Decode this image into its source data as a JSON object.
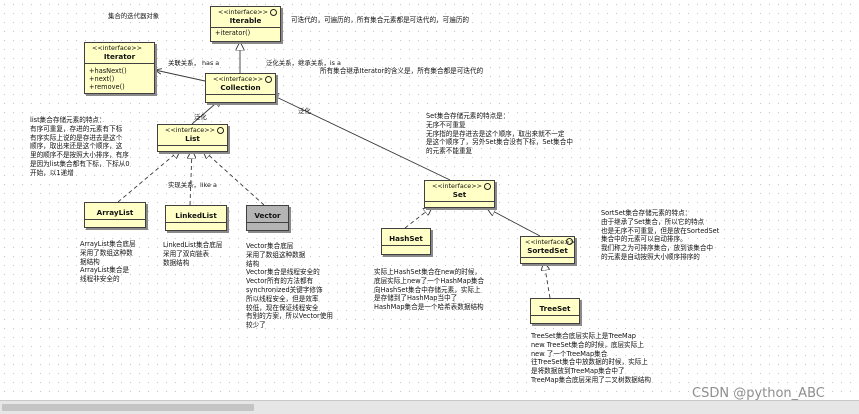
{
  "diagram_title": "集合的迭代器对象",
  "classes": {
    "iterable": {
      "stereotype": "<<interface>>",
      "name": "Iterable",
      "operations": [
        "+iterator()"
      ]
    },
    "iterator": {
      "stereotype": "<<interface>>",
      "name": "Iterator",
      "operations": [
        "+hasNext()",
        "+next()",
        "+remove()"
      ]
    },
    "collection": {
      "stereotype": "<<interface>>",
      "name": "Collection"
    },
    "list": {
      "stereotype": "<<interface>>",
      "name": "List"
    },
    "set": {
      "stereotype": "<<interface>>",
      "name": "Set"
    },
    "sortedset": {
      "stereotype": "<<interface>>",
      "name": "SortedSet"
    },
    "arraylist": {
      "name": "ArrayList"
    },
    "linkedlist": {
      "name": "LinkedList"
    },
    "vector": {
      "name": "Vector"
    },
    "hashset": {
      "name": "HashSet"
    },
    "treeset": {
      "name": "TreeSet"
    }
  },
  "edge_labels": {
    "has_a": "关联关系， has a",
    "is_a_collection": "泛化关系，继承关系，is a",
    "inherit_list": "泛化",
    "inherit_set": "泛化",
    "is_a_list": "实现关系，like a"
  },
  "notes": {
    "iterable": "可迭代的，可遍历的，所有集合元素都是可迭代的，可遍历的",
    "collection": "所有集合继承Iterator的含义是，所有集合都是可迭代的",
    "list": [
      "list集合存储元素的特点：",
      "有序可重复，存进的元素有下标",
      "有序实际上说的是存进去是这个",
      "顺序，取出来还是这个顺序，这",
      "里的顺序不是按照大小排序，有序",
      "是因为list集合都有下标，下标从0",
      "开始，以1递增"
    ],
    "set": [
      "Set集合存储元素的特点是：",
      "无序不可重复",
      "无序指的是存进去是这个顺序，取出来就不一定",
      "是这个顺序了，另外Set集合没有下标，Set集合中",
      "的元素不能重复"
    ],
    "sortedset": [
      "SortSet集合存储元素的特点：",
      "由于继承了Set集合，所以它的特点",
      "也是无序不可重复，但是放在SortedSet",
      "集合中的元素可以自动排序。",
      "我们称之为可排序集合，放到该集合中",
      "的元素是自动按照大小顺序排序的"
    ],
    "arraylist": [
      "ArrayList集合底层",
      "采用了数组这种数",
      "据结构",
      "ArrayList集合是",
      "线程非安全的"
    ],
    "linkedlist": [
      "LinkedList集合底层",
      "采用了双向链表",
      "数据结构"
    ],
    "vector": [
      "Vector集合底层",
      "采用了数组这种数据",
      "结构",
      "Vector集合是线程安全的",
      "Vector所有的方法都有",
      "synchronized关键字修饰",
      "所以线程安全，但是效率",
      "较低，现在保证线程安全",
      "有别的方案，所以Vector使用",
      "较少了"
    ],
    "hashset": [
      "实际上HashSet集合在new的时候，",
      "底层实际上new了一个HashMap集合",
      "向HashSet集合中存储元素，实际上",
      "是存储到了HashMap当中了",
      "HashMap集合是一个哈希表数据结构"
    ],
    "treeset": [
      "TreeSet集合底层实际上是TreeMap",
      "new TreeSet集合的时候，底层实际上",
      "new 了一个TreeMap集合",
      "往TreeSet集合中放数据的时候，实际上",
      "是将数据放到TreeMap集合中了",
      "TreeMap集合底层采用了二叉树数据结构"
    ]
  },
  "watermark": "CSDN @python_ABC",
  "colors": {
    "class_fill": "#ffffc6",
    "vector_fill": "#b4b4b4",
    "line": "#3a3a3a",
    "background_dots": "#c9c9c9"
  }
}
